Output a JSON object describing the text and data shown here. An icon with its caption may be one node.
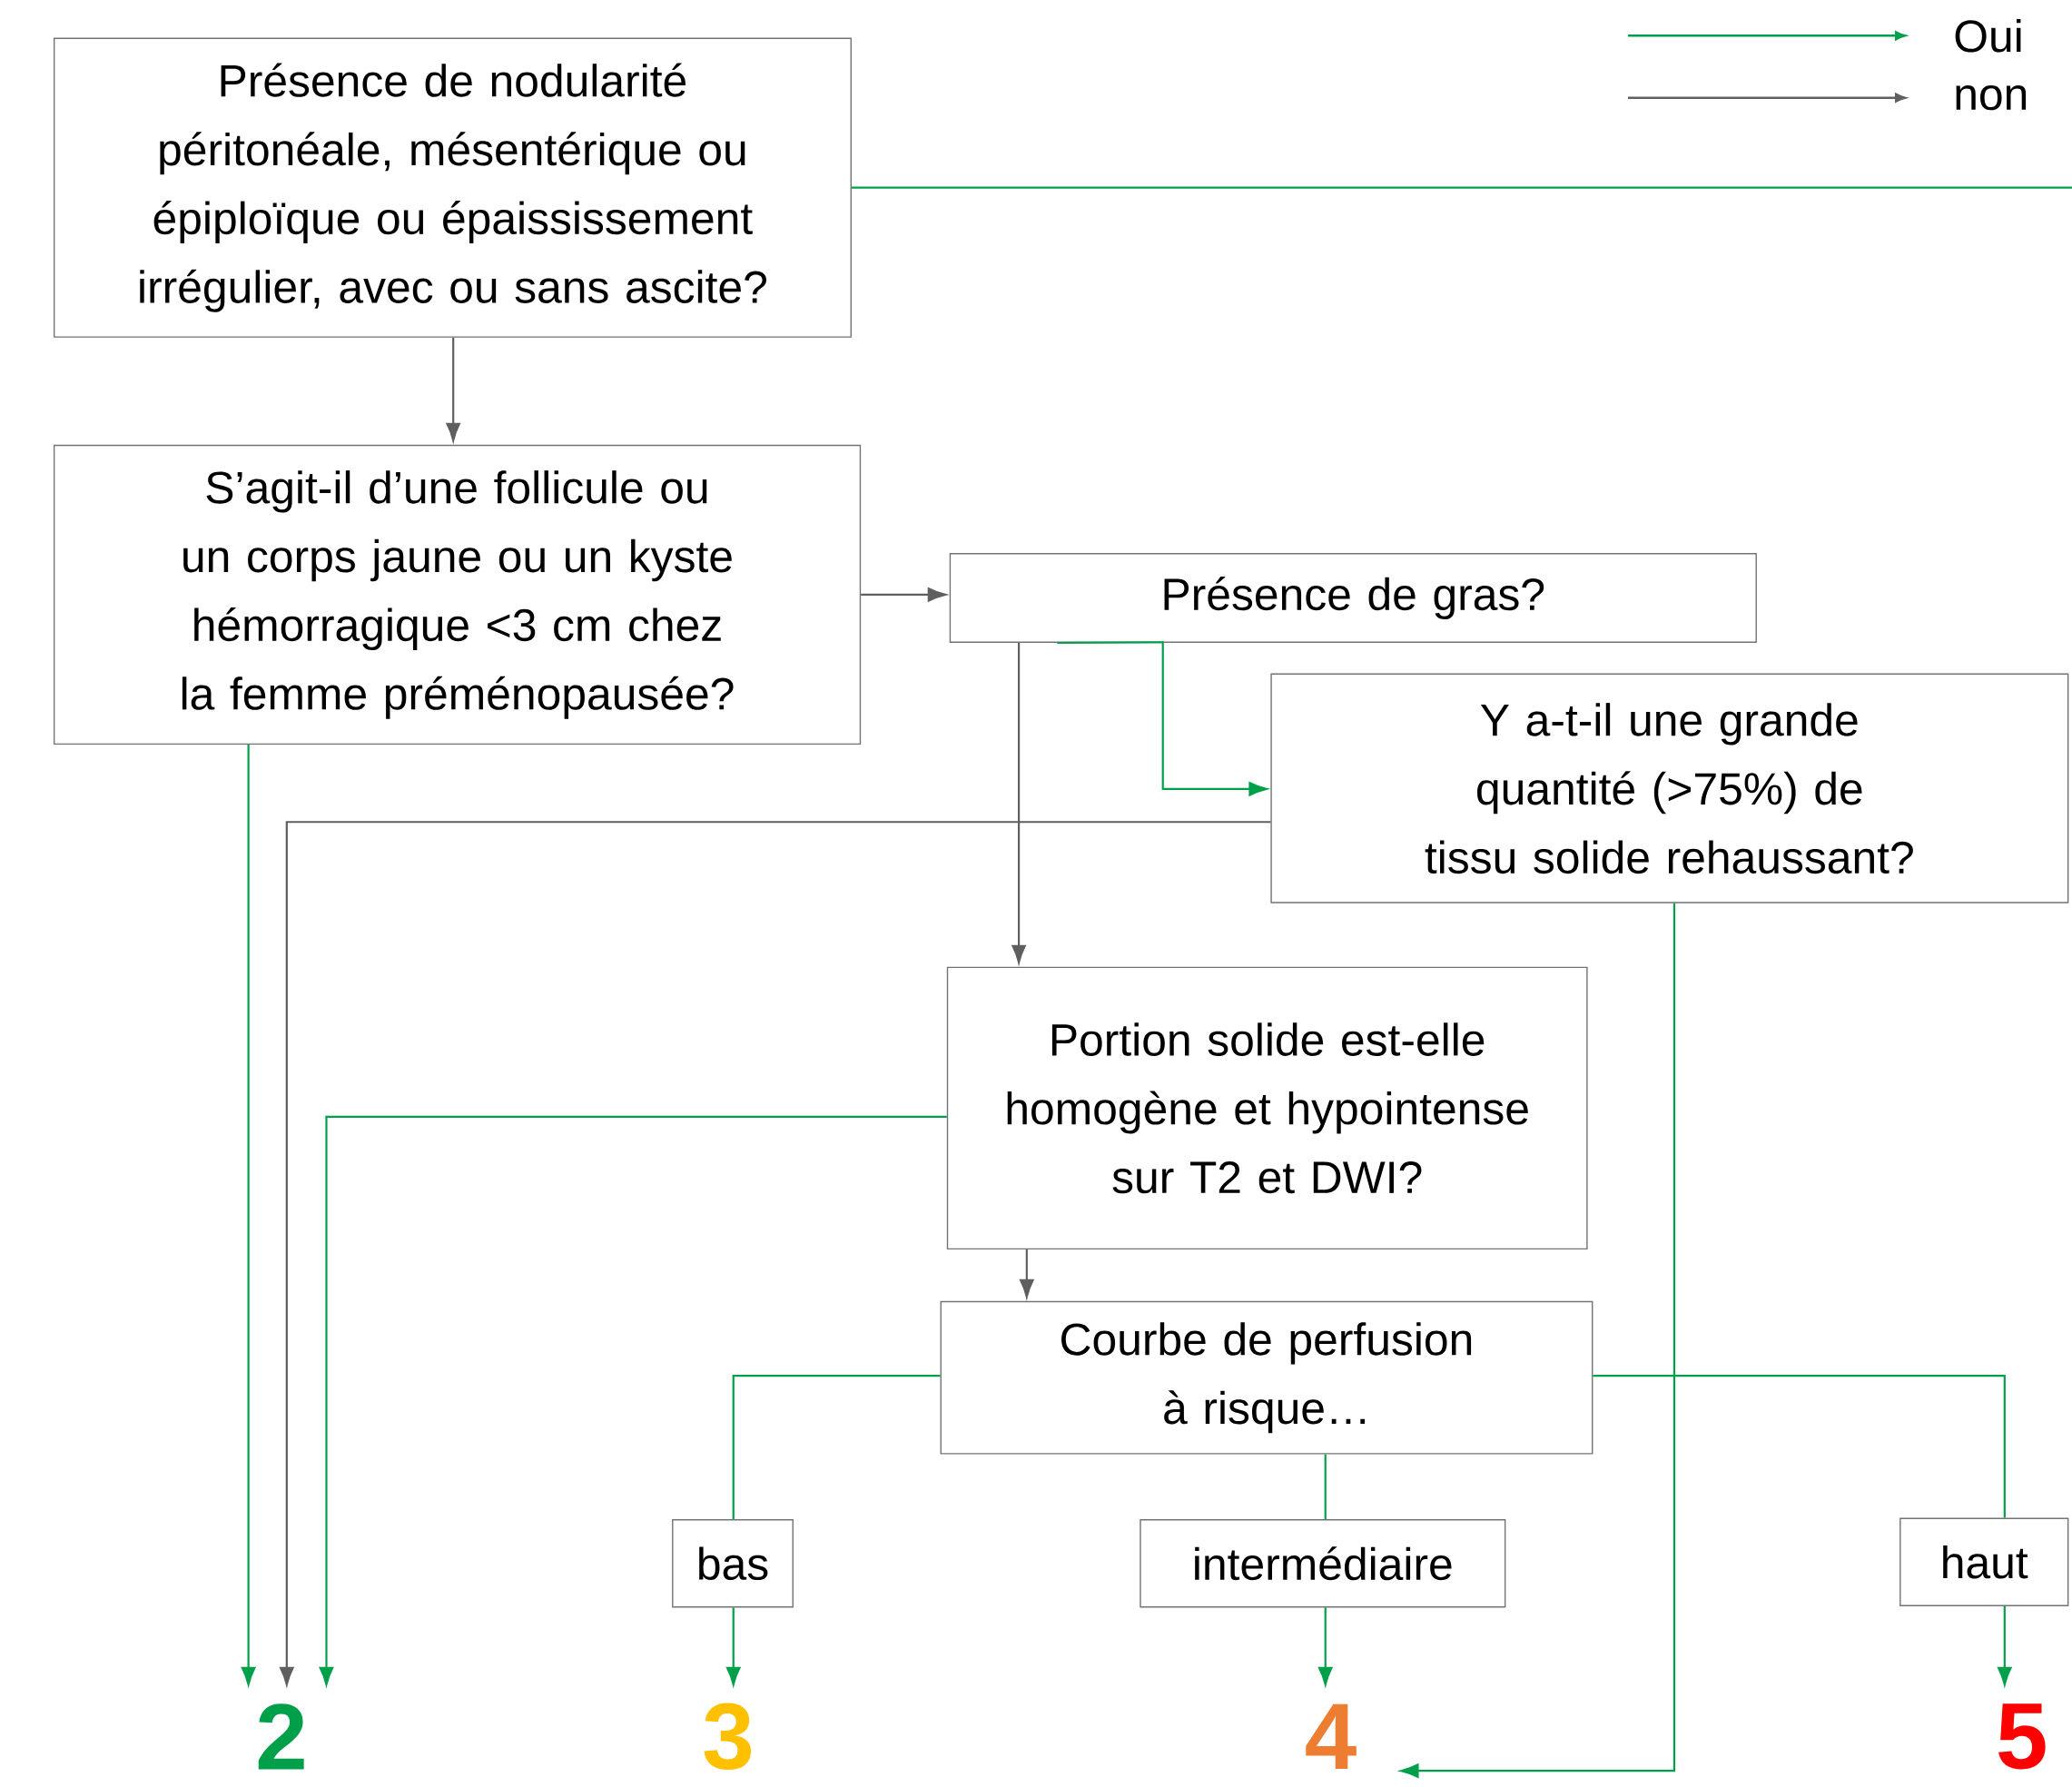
{
  "diagram": {
    "nodes": [
      {
        "text": [
          "Présence de nodularité péritonéale, mésentérique ou épiploïque ou épaississement irrégulier, avec ou sans ascite?"
        ]
      },
      {
        "text": [
          "S’agit-il d’une follicule ou un corps jaune ou un kyste hémorragique <3 cm chez la femme préménopausée?"
        ]
      },
      {
        "text": [
          "Présence de gras?"
        ]
      },
      {
        "text": [
          "Y a-t-il une grande quantité (>75%) de tissu solide rehaussant?"
        ]
      },
      {
        "text": [
          "Portion solide est-elle homogène et hypointense sur T2 et DWI?"
        ]
      },
      {
        "text": [
          "Courbe de perfusion à risque…"
        ]
      },
      {
        "text": [
          "bas"
        ]
      },
      {
        "text": [
          "intermédiaire"
        ]
      },
      {
        "text": [
          "haut"
        ]
      },
      {
        "text": [
          "2"
        ]
      },
      {
        "text": [
          "3"
        ]
      },
      {
        "text": [
          "4"
        ]
      },
      {
        "text": [
          "5"
        ]
      }
    ],
    "edges": [
      {
        "from": 0,
        "to": 1,
        "arrow": "to",
        "color": "#5f5f5f"
      },
      {
        "from": 0,
        "to": null,
        "arrow": "none"
      },
      {
        "from": 1,
        "to": 9,
        "arrow": "to"
      },
      {
        "from": 1,
        "to": 2,
        "arrow": "to",
        "color": "#5f5f5f"
      },
      {
        "from": 2,
        "to": 3,
        "arrow": "to"
      },
      {
        "from": 2,
        "to": 4,
        "arrow": "to",
        "color": "#5f5f5f"
      },
      {
        "from": 3,
        "to": 9,
        "arrow": "to",
        "color": "#5f5f5f"
      },
      {
        "from": 3,
        "to": 11,
        "arrow": "to"
      },
      {
        "from": 4,
        "to": 9,
        "arrow": "to"
      },
      {
        "from": 4,
        "to": 5,
        "arrow": "to",
        "color": "#5f5f5f"
      },
      {
        "from": 5,
        "to": 6,
        "arrow": "none"
      },
      {
        "from": 5,
        "to": 7,
        "arrow": "none"
      },
      {
        "from": 5,
        "to": 8,
        "arrow": "none"
      },
      {
        "from": 6,
        "to": 10,
        "arrow": "to"
      },
      {
        "from": 7,
        "to": 11,
        "arrow": "to"
      },
      {
        "from": 8,
        "to": 12,
        "arrow": "to"
      }
    ],
    "legend": [
      {
        "text": "Oui"
      },
      {
        "text": "non"
      }
    ]
  }
}
